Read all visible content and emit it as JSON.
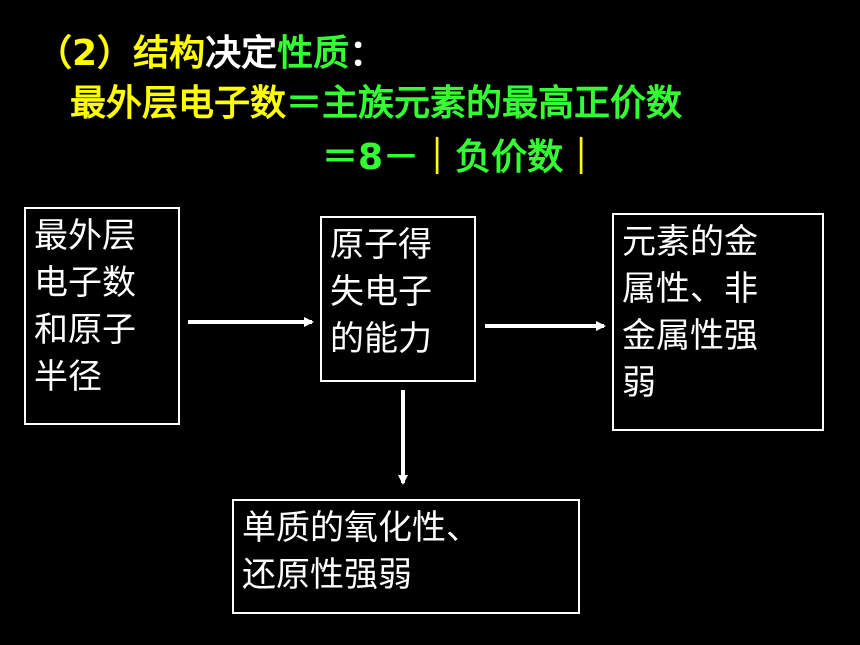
{
  "colors": {
    "background": "#000000",
    "yellow": "#ffff00",
    "green": "#33ff33",
    "white": "#ffffff"
  },
  "title": {
    "paren_number": "（2）",
    "word_structure": "结构",
    "word_determines": "决定",
    "word_property": "性质",
    "colon": "："
  },
  "formula": {
    "lhs": "最外层电子数",
    "eq1": "＝",
    "rhs": "主族元素的最高正价数",
    "eq2": "＝8－",
    "abs_open": "｜",
    "negative_valence": "负价数",
    "abs_close": "｜"
  },
  "boxes": {
    "structure": [
      "最外层",
      "电子数",
      "和原子",
      "半径"
    ],
    "ability": [
      "原子得",
      "失电子",
      "的能力"
    ],
    "metallic": [
      "元素的金",
      "属性、非",
      "金属性强",
      "弱"
    ],
    "redox": [
      "单质的氧化性、",
      "还原性强弱"
    ]
  }
}
